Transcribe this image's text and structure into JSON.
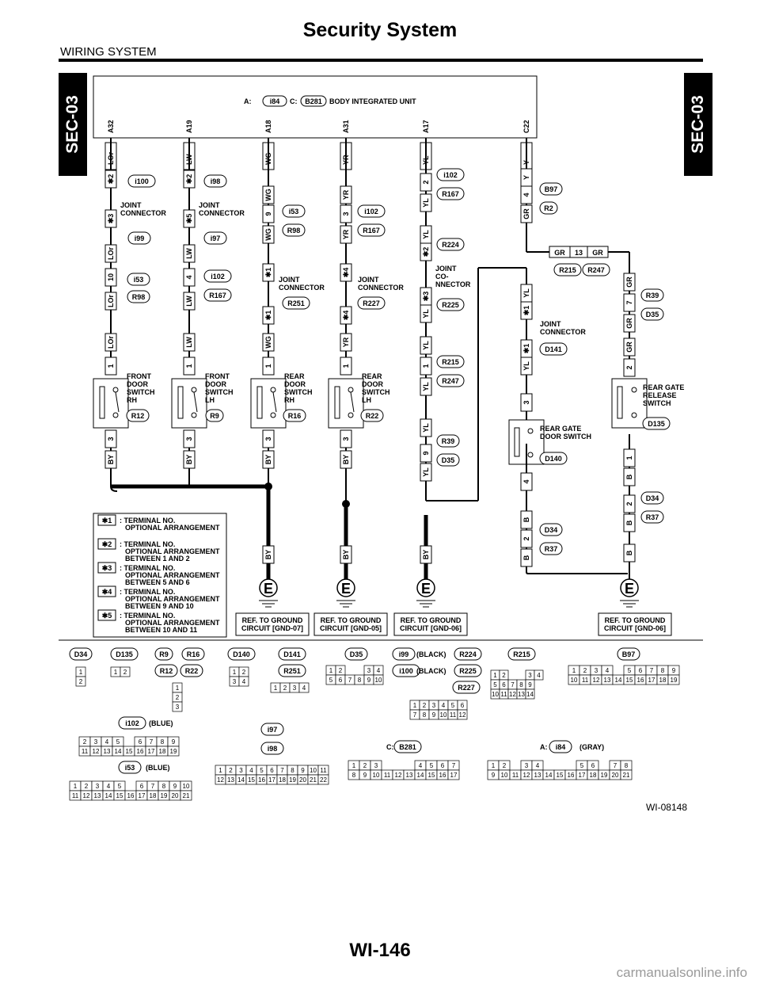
{
  "page": {
    "title": "Security System",
    "section": "WIRING SYSTEM",
    "side_tab": "SEC-03",
    "page_number": "WI-146",
    "figure_id": "WI-08148",
    "watermark": "carmanualsonline.info"
  },
  "unit": {
    "a_label": "A:",
    "a_conn": "i84",
    "c_label": "C:",
    "c_conn": "B281",
    "name": "BODY INTEGRATED UNIT"
  },
  "terminals": [
    {
      "pin": "A32",
      "color": "LOr"
    },
    {
      "pin": "A19",
      "color": "LW"
    },
    {
      "pin": "A18",
      "color": "WG"
    },
    {
      "pin": "A31",
      "color": "YR"
    },
    {
      "pin": "A17",
      "color": "YL"
    },
    {
      "pin": "C22",
      "color": "Y"
    }
  ],
  "labels": {
    "joint_connector": "JOINT CONNECTOR",
    "joint_co_nnector": "JOINT CO- NNECTOR",
    "front_door_rh": "FRONT DOOR SWITCH RH",
    "front_door_lh": "FRONT DOOR SWITCH LH",
    "rear_door_rh": "REAR DOOR SWITCH RH",
    "rear_door_lh": "REAR DOOR SWITCH LH",
    "rear_gate_door": "REAR GATE DOOR SWITCH",
    "rear_gate_release": "REAR GATE RELEASE SWITCH"
  },
  "connectors": [
    "i100",
    "i99",
    "i98",
    "i97",
    "i53",
    "R98",
    "i102",
    "R167",
    "R224",
    "R225",
    "R251",
    "R227",
    "R215",
    "R247",
    "R39",
    "D35",
    "R12",
    "R9",
    "R16",
    "R22",
    "B97",
    "R2",
    "D141",
    "D140",
    "D135",
    "D34",
    "R37"
  ],
  "legend": [
    {
      "mark": "✱1",
      "text": ": TERMINAL NO. OPTIONAL ARRANGEMENT"
    },
    {
      "mark": "✱2",
      "text": ": TERMINAL NO. OPTIONAL ARRANGEMENT BETWEEN 1 AND 2"
    },
    {
      "mark": "✱3",
      "text": ": TERMINAL NO. OPTIONAL ARRANGEMENT BETWEEN 5 AND 6"
    },
    {
      "mark": "✱4",
      "text": ": TERMINAL NO. OPTIONAL ARRANGEMENT BETWEEN 9 AND 10"
    },
    {
      "mark": "✱5",
      "text": ": TERMINAL NO. OPTIONAL ARRANGEMENT BETWEEN 10 AND 11"
    }
  ],
  "grounds": [
    {
      "label": "REF. TO GROUND CIRCUIT [GND-07]"
    },
    {
      "label": "REF. TO GROUND CIRCUIT [GND-05]"
    },
    {
      "label": "REF. TO GROUND CIRCUIT [GND-06]"
    },
    {
      "label": "REF. TO GROUND CIRCUIT [GND-06]"
    }
  ],
  "bottom": {
    "black": "(BLACK)",
    "blue": "(BLUE)",
    "gray": "(GRAY)"
  }
}
